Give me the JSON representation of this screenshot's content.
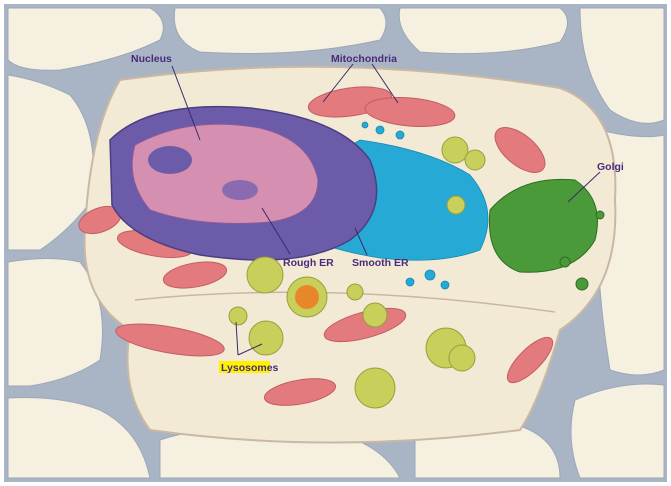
{
  "labels": {
    "nucleus": "Nucleus",
    "mitochondria": "Mitochondria",
    "golgi": "Golgi",
    "rough_er": "Rough ER",
    "smooth_er": "Smooth ER",
    "lysosomes_prefix": "Lysosome",
    "lysosomes_suffix": "s"
  },
  "colors": {
    "cell_fill": "#f6f0e0",
    "membrane": "#b7c2cf",
    "nucleus": "#6b5ba8",
    "nucleoplasm": "#d58fb0",
    "smooth_er": "#27a9d6",
    "golgi": "#4a9a3a",
    "mitochondria": "#e27a7e",
    "lysosome": "#c8cf5a",
    "label": "#4a2a7a",
    "highlight": "#fff200"
  }
}
